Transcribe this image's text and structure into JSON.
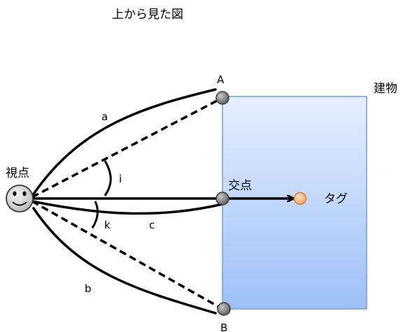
{
  "title": "上から見た図",
  "labels": {
    "building": "建物",
    "viewpoint": "視点",
    "intersection": "交点",
    "tag": "タグ",
    "point_a": "A",
    "point_b": "B",
    "curve_a": "a",
    "curve_b": "b",
    "curve_c": "c",
    "angle_i": "i",
    "angle_k": "k"
  },
  "colors": {
    "building_top": "#e6efff",
    "building_bottom": "#9dc0f7",
    "building_border": "#6f9fe0",
    "node_fill": "#7a7a7a",
    "tag_fill": "#fbb47c",
    "tag_border": "#e07a2c",
    "face_fill": "#d8d8d8"
  }
}
